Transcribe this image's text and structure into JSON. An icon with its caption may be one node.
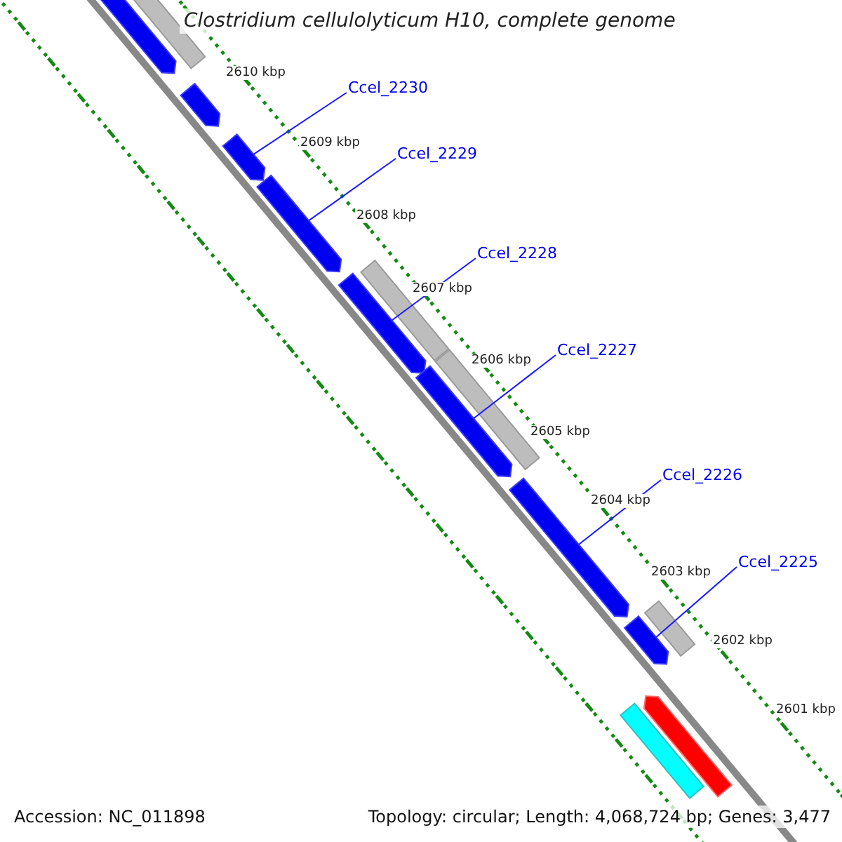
{
  "diagram": {
    "title": "Clostridium cellulolyticum H10, complete genome",
    "nodes": [
      {
        "text": [
          "Ccel_2230"
        ]
      },
      {
        "text": [
          "Ccel_2229"
        ]
      },
      {
        "text": [
          "Ccel_2228"
        ]
      },
      {
        "text": [
          "Ccel_2227"
        ]
      },
      {
        "text": [
          "Ccel_2226"
        ]
      },
      {
        "text": [
          "Ccel_2225"
        ]
      },
      {
        "text": [],
        "shape": "bar"
      },
      {
        "text": [],
        "shape": "bar"
      },
      {
        "text": [],
        "shape": "bar"
      },
      {
        "text": [],
        "shape": "bar"
      },
      {
        "text": [],
        "shape": "bar"
      },
      {
        "text": [],
        "shape": "bar"
      },
      {
        "text": [],
        "shape": "bar"
      },
      {
        "text": [],
        "shape": "bar"
      },
      {
        "text": [],
        "shape": "bar"
      },
      {
        "text": [],
        "shape": "bar"
      },
      {
        "text": [],
        "shape": "bar"
      },
      {
        "text": [],
        "shape": "bar"
      },
      {
        "text": [],
        "shape": "bar"
      },
      {
        "text": [],
        "shape": "bar"
      }
    ],
    "edges": [
      {
        "from": 0,
        "to": 9,
        "arrow": "none"
      },
      {
        "from": 1,
        "to": 10,
        "arrow": "none"
      },
      {
        "from": 2,
        "to": 12,
        "arrow": "none"
      },
      {
        "from": 3,
        "to": 14,
        "arrow": "none"
      },
      {
        "from": 4,
        "to": 15,
        "arrow": "none"
      },
      {
        "from": 5,
        "to": 17,
        "arrow": "none"
      }
    ],
    "labels": [
      "2610 kbp",
      "2609 kbp",
      "2608 kbp",
      "2607 kbp",
      "2606 kbp",
      "2605 kbp",
      "2604 kbp",
      "2603 kbp",
      "2602 kbp",
      "2601 kbp",
      "Accession: NC_011898",
      "Topology: circular; Length: 4,068,724 bp; Genes: 3,477"
    ]
  }
}
